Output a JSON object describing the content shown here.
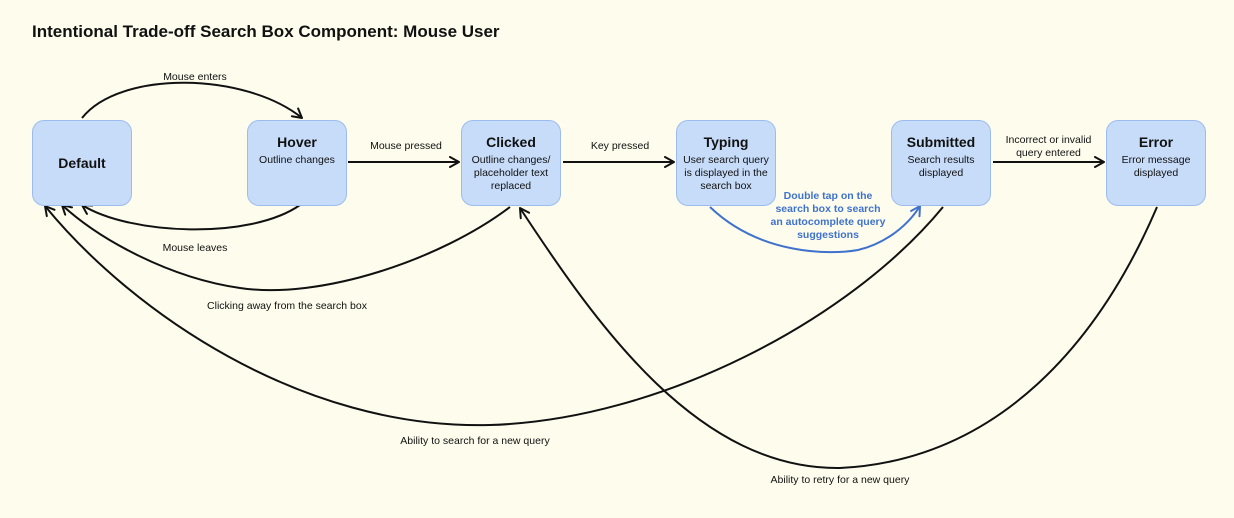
{
  "title": "Intentional Trade-off Search Box Component: Mouse User",
  "colors": {
    "background": "#fdfced",
    "node_fill": "#c7dcf9",
    "edge": "#111111",
    "highlight_edge": "#3f72cc"
  },
  "nodes": [
    {
      "name": "Default",
      "desc": ""
    },
    {
      "name": "Hover",
      "desc": "Outline changes"
    },
    {
      "name": "Clicked",
      "desc": "Outline changes/ placeholder text replaced"
    },
    {
      "name": "Typing",
      "desc": "User search query is displayed in the search box"
    },
    {
      "name": "Submitted",
      "desc": "Search results displayed"
    },
    {
      "name": "Error",
      "desc": "Error message displayed"
    }
  ],
  "edges": {
    "mouse_enters": "Mouse enters",
    "mouse_leaves": "Mouse leaves",
    "mouse_pressed": "Mouse pressed",
    "key_pressed": "Key pressed",
    "incorrect_query": "Incorrect or invalid query entered",
    "double_tap": "Double tap on the search box to search an autocomplete query suggestions",
    "clicking_away": "Clicking away from the search box",
    "new_query": "Ability to search for a new query",
    "retry": "Ability to retry for a new query"
  }
}
